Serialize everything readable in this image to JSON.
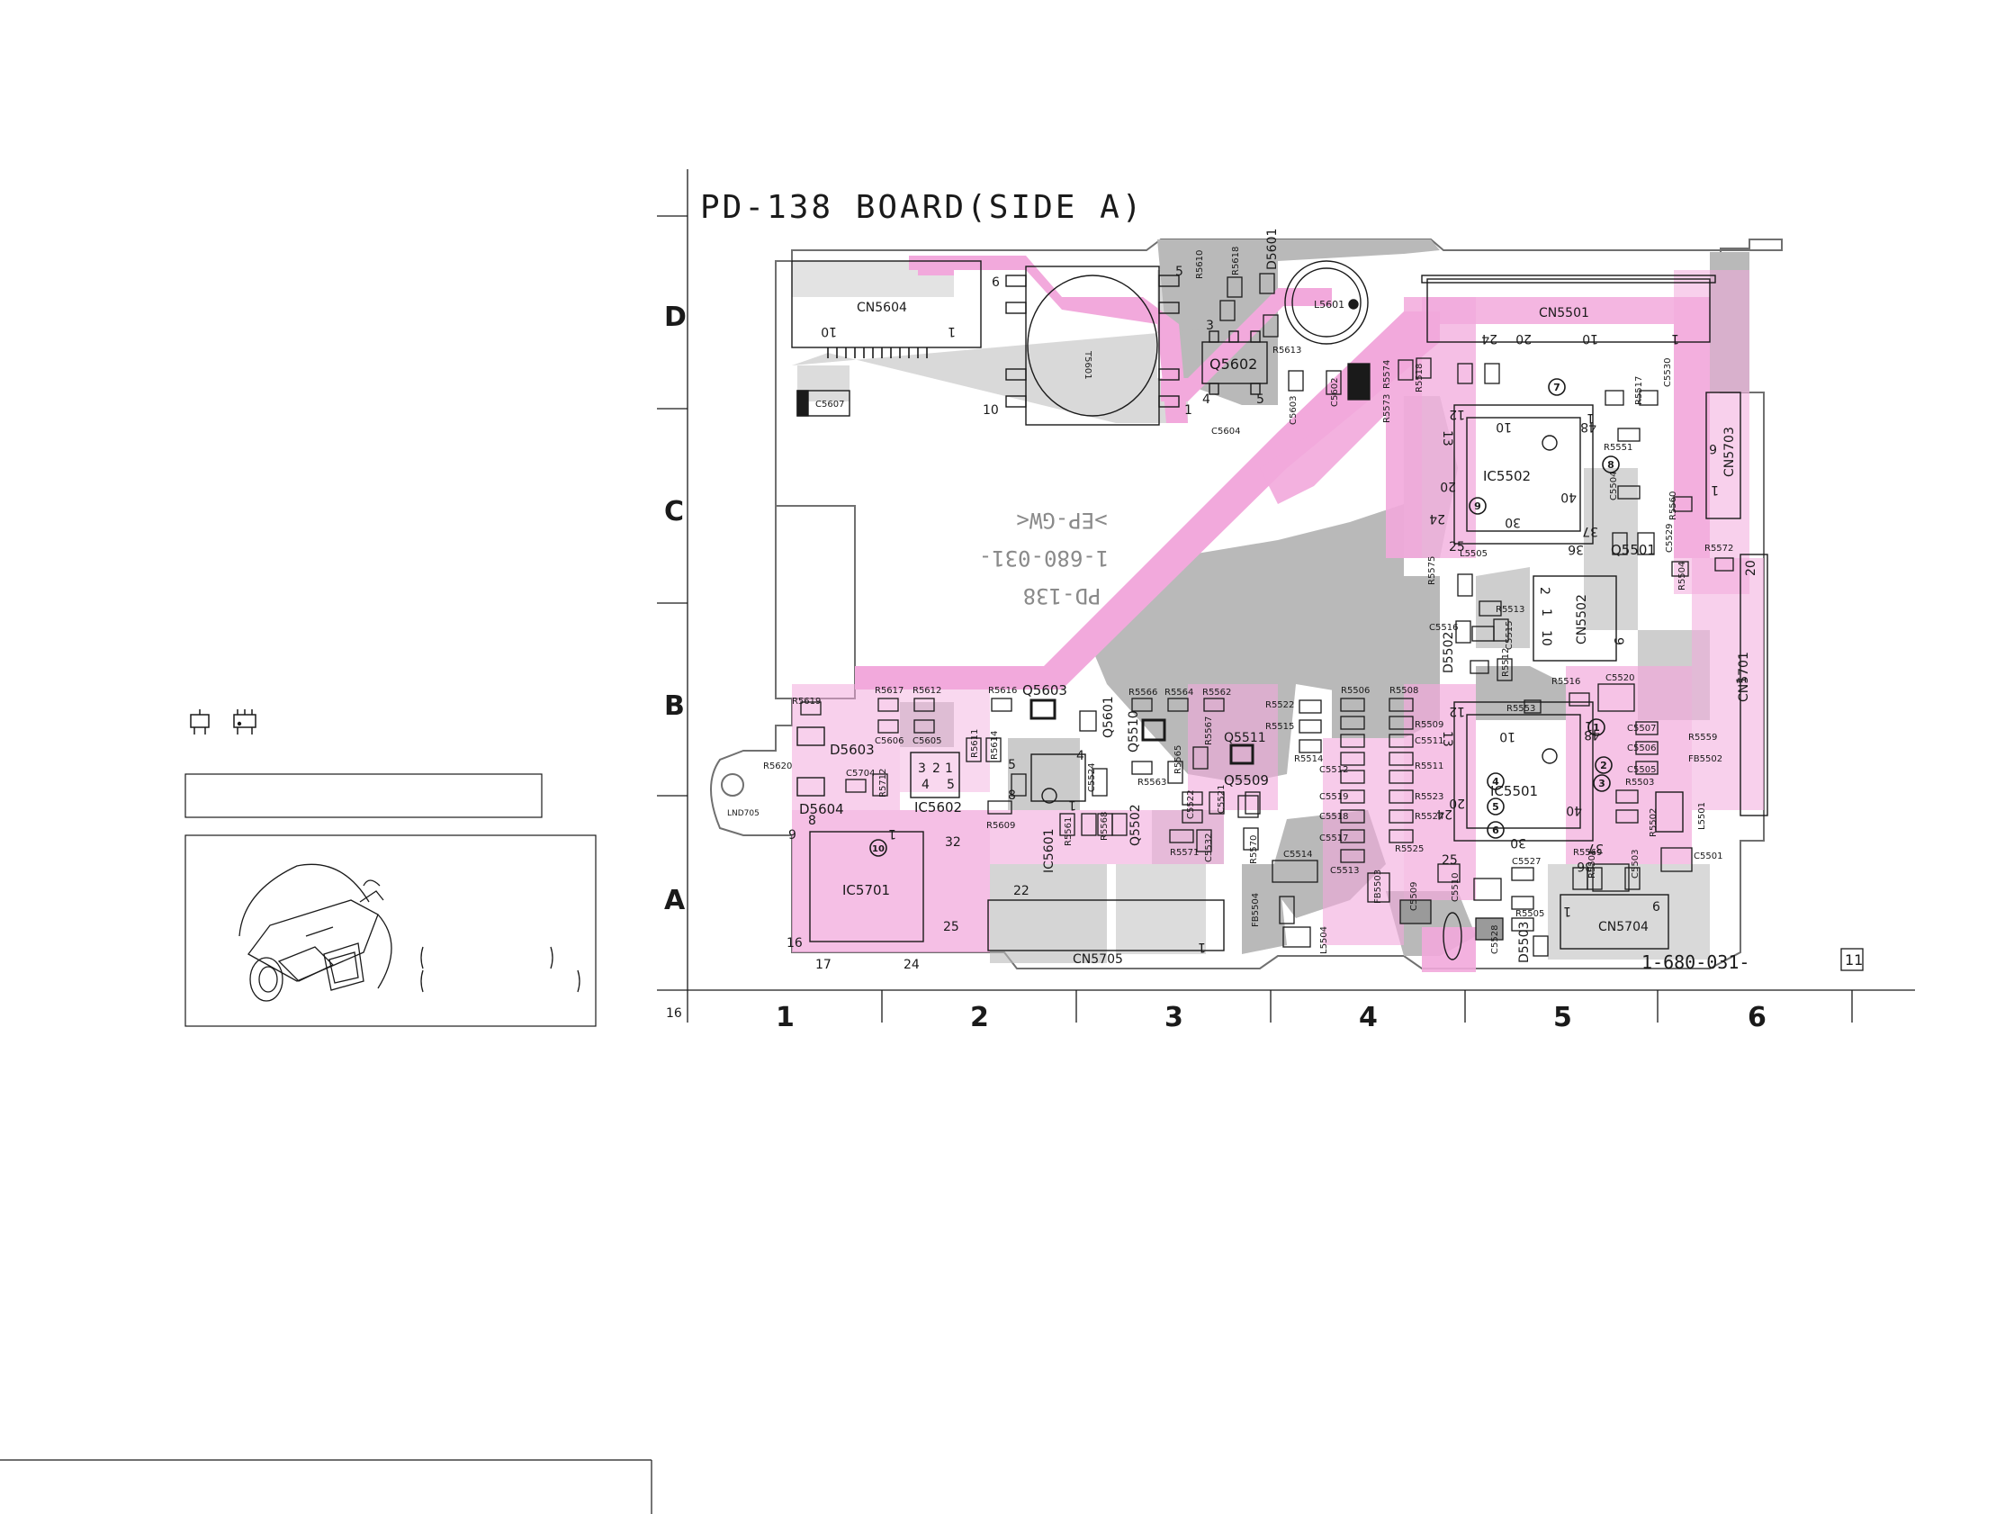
{
  "title": "PD-138 BOARD(SIDE A)",
  "row_labels": [
    "D",
    "C",
    "B",
    "A"
  ],
  "column_labels": [
    "1",
    "2",
    "3",
    "4",
    "5",
    "6"
  ],
  "page_number_left": "16",
  "board_code": "1-680-031-",
  "board_code_revision": "11",
  "silkscreen_lines": [
    ">EP-GW<",
    "1-680-031-",
    "PD-138"
  ],
  "colors": {
    "pink_layer": "#f2a9dc",
    "gray_layer": "#b9b9b9",
    "board_outline": "#707070",
    "ink": "#1a1a1a"
  },
  "components": [
    {
      "ref": "CN5604"
    },
    {
      "ref": "C5607"
    },
    {
      "ref": "T5601"
    },
    {
      "ref": "R5610"
    },
    {
      "ref": "R5618"
    },
    {
      "ref": "D5601"
    },
    {
      "ref": "L5601"
    },
    {
      "ref": "CN5501"
    },
    {
      "ref": "Q5602"
    },
    {
      "ref": "R5613"
    },
    {
      "ref": "C5604"
    },
    {
      "ref": "C5603"
    },
    {
      "ref": "C5602"
    },
    {
      "ref": "R5574"
    },
    {
      "ref": "R5573"
    },
    {
      "ref": "R5518"
    },
    {
      "ref": "IC5502"
    },
    {
      "ref": "R5551"
    },
    {
      "ref": "R5517"
    },
    {
      "ref": "C5530"
    },
    {
      "ref": "C5504"
    },
    {
      "ref": "R5560"
    },
    {
      "ref": "CN5703"
    },
    {
      "ref": "Q5501"
    },
    {
      "ref": "L5505"
    },
    {
      "ref": "C5529"
    },
    {
      "ref": "R5572"
    },
    {
      "ref": "R5575"
    },
    {
      "ref": "R5513"
    },
    {
      "ref": "CN5502"
    },
    {
      "ref": "R5504"
    },
    {
      "ref": "C5516"
    },
    {
      "ref": "C5515"
    },
    {
      "ref": "D5502"
    },
    {
      "ref": "R5512"
    },
    {
      "ref": "R5516"
    },
    {
      "ref": "C5520"
    },
    {
      "ref": "R5553"
    },
    {
      "ref": "CN5701"
    },
    {
      "ref": "R5619"
    },
    {
      "ref": "R5617"
    },
    {
      "ref": "R5612"
    },
    {
      "ref": "R5616"
    },
    {
      "ref": "Q5603"
    },
    {
      "ref": "Q5601"
    },
    {
      "ref": "R5566"
    },
    {
      "ref": "R5564"
    },
    {
      "ref": "R5562"
    },
    {
      "ref": "R5522"
    },
    {
      "ref": "R5515"
    },
    {
      "ref": "R5506"
    },
    {
      "ref": "R5508"
    },
    {
      "ref": "R5509"
    },
    {
      "ref": "C5511"
    },
    {
      "ref": "IC5501"
    },
    {
      "ref": "C5507"
    },
    {
      "ref": "R5559"
    },
    {
      "ref": "C5506"
    },
    {
      "ref": "FB5502"
    },
    {
      "ref": "C5505"
    },
    {
      "ref": "R5503"
    },
    {
      "ref": "D5603"
    },
    {
      "ref": "C5606"
    },
    {
      "ref": "C5605"
    },
    {
      "ref": "R5611"
    },
    {
      "ref": "R5614"
    },
    {
      "ref": "Q5510"
    },
    {
      "ref": "R5565"
    },
    {
      "ref": "R5567"
    },
    {
      "ref": "Q5511"
    },
    {
      "ref": "R5620"
    },
    {
      "ref": "C5704"
    },
    {
      "ref": "R5712"
    },
    {
      "ref": "IC5602"
    },
    {
      "ref": "IC5601"
    },
    {
      "ref": "C5524"
    },
    {
      "ref": "R5563"
    },
    {
      "ref": "Q5509"
    },
    {
      "ref": "R5514"
    },
    {
      "ref": "C5512"
    },
    {
      "ref": "C5519"
    },
    {
      "ref": "R5523"
    },
    {
      "ref": "R5511"
    },
    {
      "ref": "L5501"
    },
    {
      "ref": "D5604"
    },
    {
      "ref": "R5609"
    },
    {
      "ref": "C5522"
    },
    {
      "ref": "C5521"
    },
    {
      "ref": "C5518"
    },
    {
      "ref": "R5524"
    },
    {
      "ref": "R5502"
    },
    {
      "ref": "C5501"
    },
    {
      "ref": "IC5701"
    },
    {
      "ref": "R5561"
    },
    {
      "ref": "R5568"
    },
    {
      "ref": "Q5502"
    },
    {
      "ref": "R5571"
    },
    {
      "ref": "C5532"
    },
    {
      "ref": "R5570"
    },
    {
      "ref": "C5517"
    },
    {
      "ref": "R5525"
    },
    {
      "ref": "C5514"
    },
    {
      "ref": "C5513"
    },
    {
      "ref": "C5527"
    },
    {
      "ref": "R5569"
    },
    {
      "ref": "R5501"
    },
    {
      "ref": "C5503"
    },
    {
      "ref": "CN5705"
    },
    {
      "ref": "FB5504"
    },
    {
      "ref": "L5504"
    },
    {
      "ref": "FB5503"
    },
    {
      "ref": "C5509"
    },
    {
      "ref": "C5510"
    },
    {
      "ref": "C5528"
    },
    {
      "ref": "D5503"
    },
    {
      "ref": "R5505"
    },
    {
      "ref": "CN5704"
    },
    {
      "ref": "LND705"
    }
  ],
  "waveform_markers": [
    "1",
    "2",
    "3",
    "4",
    "5",
    "6",
    "7",
    "8",
    "9",
    "10"
  ],
  "pin_numbers": {
    "cn5604": [
      "10",
      "1"
    ],
    "t5601": [
      "6",
      "5",
      "10",
      "1"
    ],
    "q5602": [
      "3",
      "4",
      "5"
    ],
    "cn5501": [
      "24",
      "20",
      "10",
      "1"
    ],
    "ic5502": [
      "12",
      "10",
      "13",
      "20",
      "24",
      "25",
      "30",
      "36",
      "37",
      "40",
      "48",
      "1"
    ],
    "cn5703": [
      "6",
      "1"
    ],
    "cn5502": [
      "2",
      "1",
      "10",
      "9"
    ],
    "cn5701": [
      "20",
      "1"
    ],
    "ic5501": [
      "12",
      "13",
      "10",
      "20",
      "24",
      "25",
      "30",
      "36",
      "37",
      "40",
      "48",
      "1"
    ],
    "ic5602": [
      "3",
      "2",
      "1",
      "4",
      "5"
    ],
    "ic5601": [
      "5",
      "4",
      "8",
      "1"
    ],
    "ic5701": [
      "8",
      "9",
      "1",
      "32",
      "16",
      "25",
      "17",
      "24"
    ],
    "cn5705": [
      "22",
      "1"
    ],
    "cn5704": [
      "1",
      "6"
    ]
  },
  "legend_box_visible": true,
  "camera_illustration_visible": true
}
